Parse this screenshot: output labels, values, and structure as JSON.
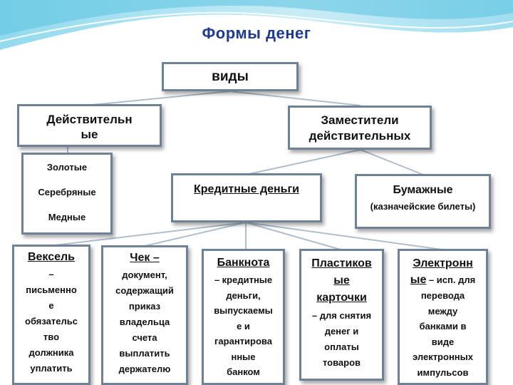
{
  "title": "Формы денег",
  "root": {
    "label": "виды"
  },
  "real": {
    "label_line1": "Действительн",
    "label_line2": "ые",
    "items": [
      "Золотые",
      "Серебряные",
      "Медные"
    ]
  },
  "substitutes": {
    "label_line1": "Заместители",
    "label_line2": "действительных"
  },
  "credit_money": {
    "label": "Кредитные деньги"
  },
  "paper_money": {
    "label": "Бумажные",
    "note": "(казначейские билеты)"
  },
  "cards": [
    {
      "head": "Вексель",
      "body": [
        "–",
        "письменно",
        "е",
        "обязательс",
        "тво",
        "должника",
        "уплатить"
      ]
    },
    {
      "head": "Чек –",
      "body": [
        "документ,",
        "содержащий",
        "приказ",
        "владельца",
        "счета",
        "выплатить",
        "держателю"
      ]
    },
    {
      "head": "Банкнота",
      "body": [
        "– кредитные",
        "деньги,",
        "выпускаемы",
        "е и",
        "гарантирова",
        "нные",
        "банком"
      ]
    },
    {
      "head": "Пластиков",
      "head2": "ые",
      "head3": "карточки",
      "body": [
        "– для снятия",
        "денег и",
        "оплаты",
        "товаров"
      ]
    },
    {
      "head": "Электронн",
      "head2": "ые",
      "head2_rest": " – исп. для",
      "body": [
        "перевода",
        "между",
        "банками в",
        "виде",
        "электронных",
        "импульсов"
      ]
    }
  ]
}
